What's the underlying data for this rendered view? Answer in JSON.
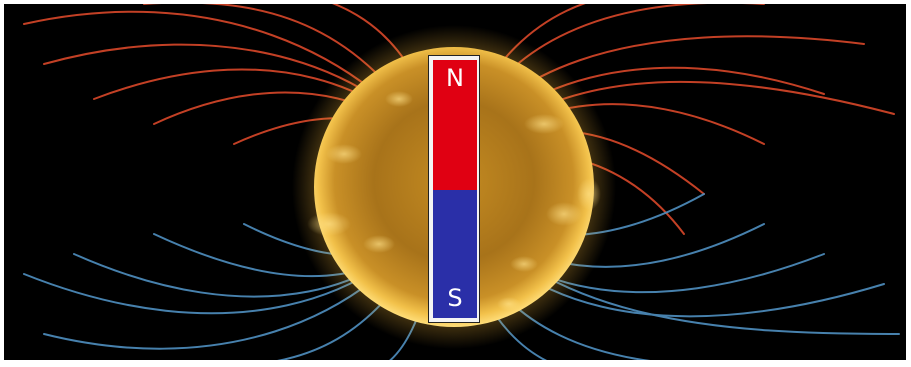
{
  "image": {
    "subject": "sun-dipole-magnetic-field",
    "colors": {
      "background": "#000000",
      "north_field_lines": "#d9482a",
      "south_field_lines": "#4f8fc0",
      "sun_core": "#b9821c",
      "sun_glow": "#f0b43a",
      "north_pole": "#e00012",
      "south_pole": "#2a2fa8",
      "magnet_frame": "#f4f4f4"
    }
  },
  "magnet": {
    "north_label": "N",
    "south_label": "S"
  }
}
